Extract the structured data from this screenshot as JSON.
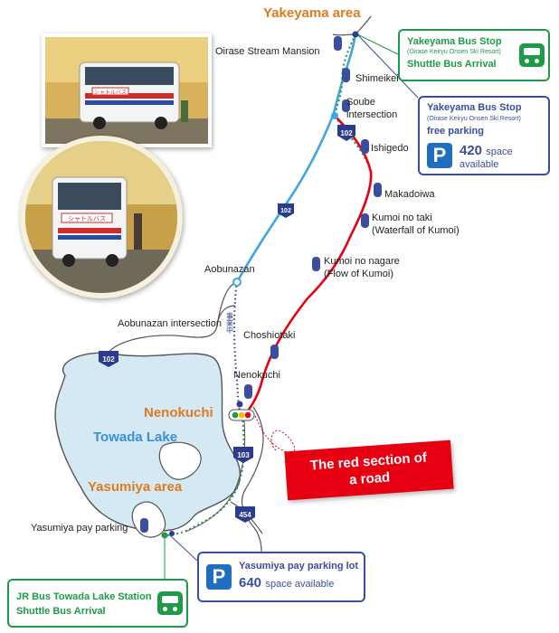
{
  "areas": {
    "yakeyama": "Yakeyama area",
    "nenokuchi": "Nenokuchi",
    "towada_lake": "Towada Lake",
    "yasumiya": "Yasumiya area"
  },
  "stops": {
    "oirase_mansion": "Oirase Stream Mansion",
    "shimeikei": "Shimeikei",
    "soube_1": "Soube",
    "soube_2": "intersection",
    "ishigedo": "Ishigedo",
    "makadoiwa": "Makadoiwa",
    "kumoi_taki_1": "Kumoi no taki",
    "kumoi_taki_2": "(Waterfall of Kumoi)",
    "kumoi_nagare_1": "Kumoi no nagare",
    "kumoi_nagare_2": "(Flow of Kumoi)",
    "aobunazan": "Aobunazan",
    "aobunazan_intersection": "Aobunazan intersection",
    "choshiotaki": "Choshiotaki",
    "nenokuchi_stop": "Nenokuchi",
    "yasumiya_pay_parking": "Yasumiya pay parking"
  },
  "route_numbers": {
    "r102_north": "102",
    "r102_mid": "102",
    "r102_west": "102",
    "r103": "103",
    "r454": "454"
  },
  "construction_label": "事業中",
  "yakeyama_shuttle_box": {
    "title": "Yakeyama Bus Stop",
    "sub": "(Oirase Keiryu Onsen Ski Resort)",
    "line": "Shuttle Bus Arrival"
  },
  "yakeyama_parking_box": {
    "title": "Yakeyama Bus Stop",
    "sub": "(Oirase Keiryu Onsen Ski Resort)",
    "line": "free parking",
    "badge": "P",
    "capacity": "420",
    "unit": "space",
    "note": "available"
  },
  "yasumiya_parking_box": {
    "badge": "P",
    "title": "Yasumiya pay parking lot",
    "capacity": "640",
    "unit": "space available"
  },
  "jr_box": {
    "line1": "JR Bus Towada Lake Station",
    "line2": "Shuttle Bus Arrival"
  },
  "banner": {
    "line1": "The red section of",
    "line2": "a road"
  },
  "photo_sign_text": "シャトルバス",
  "colors": {
    "area_orange": "#e07b1f",
    "lake_blue": "#d4e9f4",
    "lake_label": "#3a8fd6",
    "route_blue": "#3fa6e0",
    "red_section": "#e60012",
    "shuttle_green": "#1f9a48",
    "box_navy": "#3a4e9e",
    "parking_blue": "#1f6fc1"
  }
}
